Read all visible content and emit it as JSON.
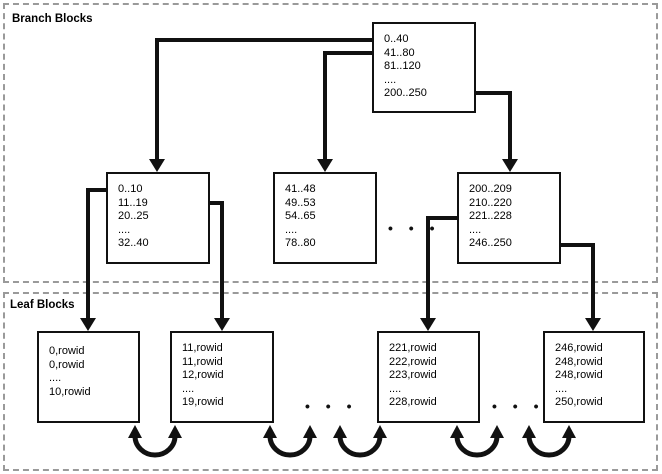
{
  "sections": {
    "branch": {
      "label": "Branch Blocks"
    },
    "leaf": {
      "label": "Leaf Blocks"
    }
  },
  "boxes": {
    "root": {
      "lines": [
        "0..40",
        "41..80",
        "81..120",
        "....",
        "200..250"
      ]
    },
    "branch_left": {
      "lines": [
        "0..10",
        "11..19",
        "20..25",
        "....",
        "32..40"
      ]
    },
    "branch_middle": {
      "lines": [
        "41..48",
        "49..53",
        "54..65",
        "....",
        "78..80"
      ]
    },
    "branch_right": {
      "lines": [
        "200..209",
        "210..220",
        "221..228",
        "....",
        "246..250"
      ]
    },
    "leaf_1": {
      "lines": [
        "0,rowid",
        "0,rowid",
        "....",
        "10,rowid"
      ]
    },
    "leaf_2": {
      "lines": [
        "11,rowid",
        "11,rowid",
        "12,rowid",
        "....",
        "19,rowid"
      ]
    },
    "leaf_3": {
      "lines": [
        "221,rowid",
        "222,rowid",
        "223,rowid",
        "....",
        "228,rowid"
      ]
    },
    "leaf_4": {
      "lines": [
        "246,rowid",
        "248,rowid",
        "248,rowid",
        "....",
        "250,rowid"
      ]
    }
  },
  "ellipsis": {
    "branch": "• • •",
    "leaf_left": "• • •",
    "leaf_right": "• • •"
  },
  "colors": {
    "line": "#111111",
    "dashed_border": "#9a9a9a",
    "box_background": "#ffffff",
    "text": "#000000"
  }
}
